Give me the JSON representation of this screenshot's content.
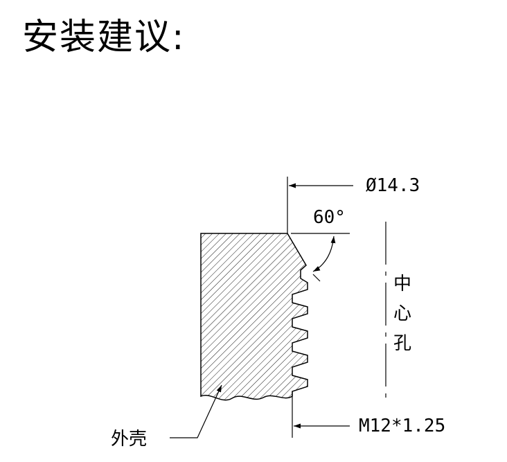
{
  "title": "安装建议:",
  "diagram": {
    "dim_outer_diameter": "Ø14.3",
    "dim_angle": "60°",
    "label_center_hole": [
      "中",
      "心",
      "孔"
    ],
    "dim_thread": "M12*1.25",
    "label_housing": "外壳"
  }
}
